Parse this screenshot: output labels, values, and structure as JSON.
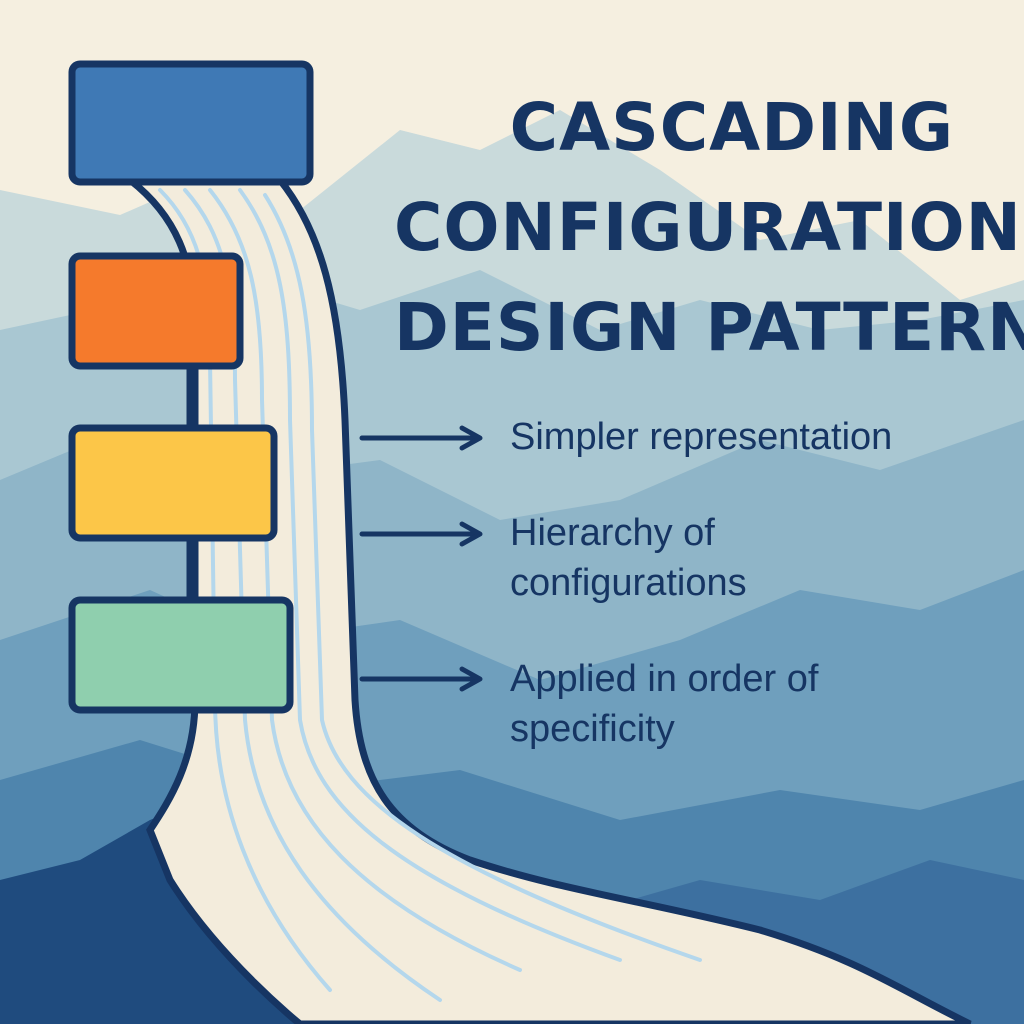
{
  "title": {
    "line1": "CASCADING",
    "line2": "CONFIGURATION",
    "line3": "DESIGN PATTERN"
  },
  "colors": {
    "background": "#f5efe0",
    "text": "#163563",
    "outline": "#163563",
    "box_top": "#3f79b5",
    "box_orange": "#f57a2c",
    "box_yellow": "#fcc648",
    "box_green": "#8fcfae",
    "water": "#f3ecdc",
    "water_lines": "#b4d7ec"
  },
  "layers": [
    {
      "name": "layer-top",
      "color": "box_top"
    },
    {
      "name": "layer-orange",
      "color": "box_orange"
    },
    {
      "name": "layer-yellow",
      "color": "box_yellow"
    },
    {
      "name": "layer-green",
      "color": "box_green"
    }
  ],
  "bullets": [
    {
      "lines": [
        "Simpler representation"
      ]
    },
    {
      "lines": [
        "Hierarchy of",
        "configurations"
      ]
    },
    {
      "lines": [
        "Applied in order of",
        "specificity"
      ]
    }
  ]
}
